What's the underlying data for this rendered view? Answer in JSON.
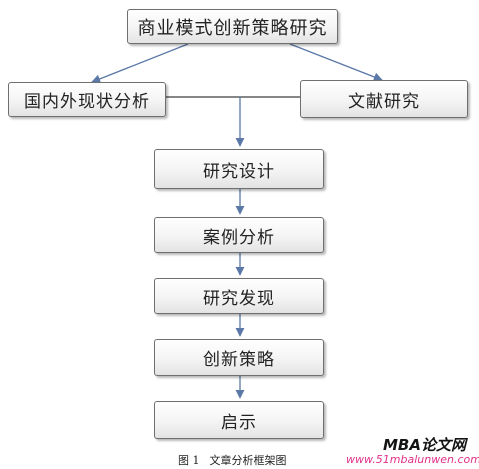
{
  "nodes": {
    "top": "商业模式创新策略研究",
    "left": "国内外现状分析",
    "right": "文献研究",
    "design": "研究设计",
    "case": "案例分析",
    "findings": "研究发现",
    "strategy": "创新策略",
    "implications": "启示"
  },
  "caption": {
    "figure_no": "图 1",
    "title": "文章分析框架图"
  },
  "watermark": {
    "logo": "MBA论文网",
    "url": "www.51mbalunwen.com"
  },
  "colors": {
    "border": "#6f6f6f",
    "line": "#5b78a8",
    "text": "#222222",
    "watermark_url": "#e0308a"
  }
}
